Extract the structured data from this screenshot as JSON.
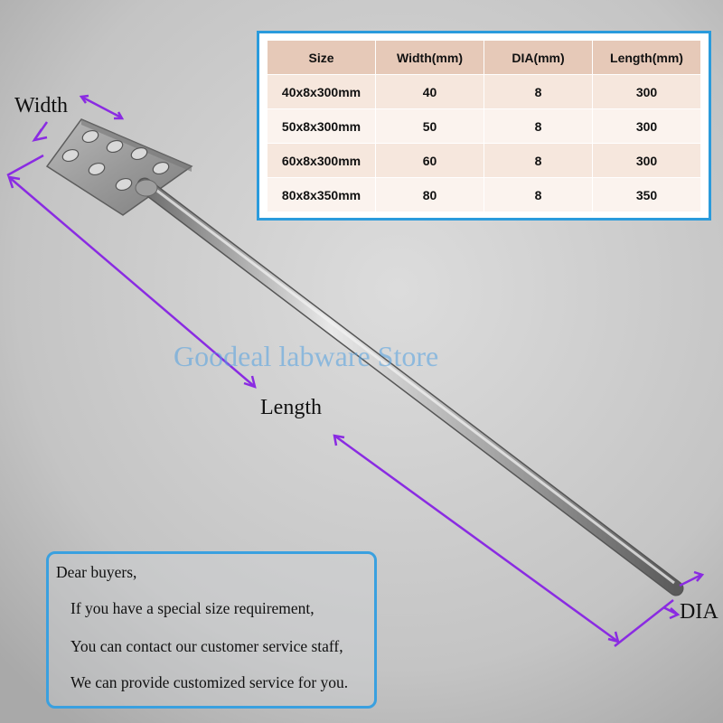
{
  "spec_table": {
    "headers": [
      "Size",
      "Width(mm)",
      "DIA(mm)",
      "Length(mm)"
    ],
    "rows": [
      [
        "40x8x300mm",
        "40",
        "8",
        "300"
      ],
      [
        "50x8x300mm",
        "50",
        "8",
        "300"
      ],
      [
        "60x8x300mm",
        "60",
        "8",
        "300"
      ],
      [
        "80x8x350mm",
        "80",
        "8",
        "350"
      ]
    ]
  },
  "labels": {
    "width": "Width",
    "length": "Length",
    "dia": "DIA"
  },
  "watermark": "Goodeal labware Store",
  "notice": {
    "lines": [
      "Dear buyers,",
      "If you have a special size requirement,",
      "You can contact our customer service staff,",
      "We can provide customized service for you."
    ]
  },
  "colors": {
    "arrow": "#8a2be2",
    "table_border": "#2a9bdc",
    "notice_border": "#3aa0df",
    "header_bg": "#e6c9b8"
  }
}
